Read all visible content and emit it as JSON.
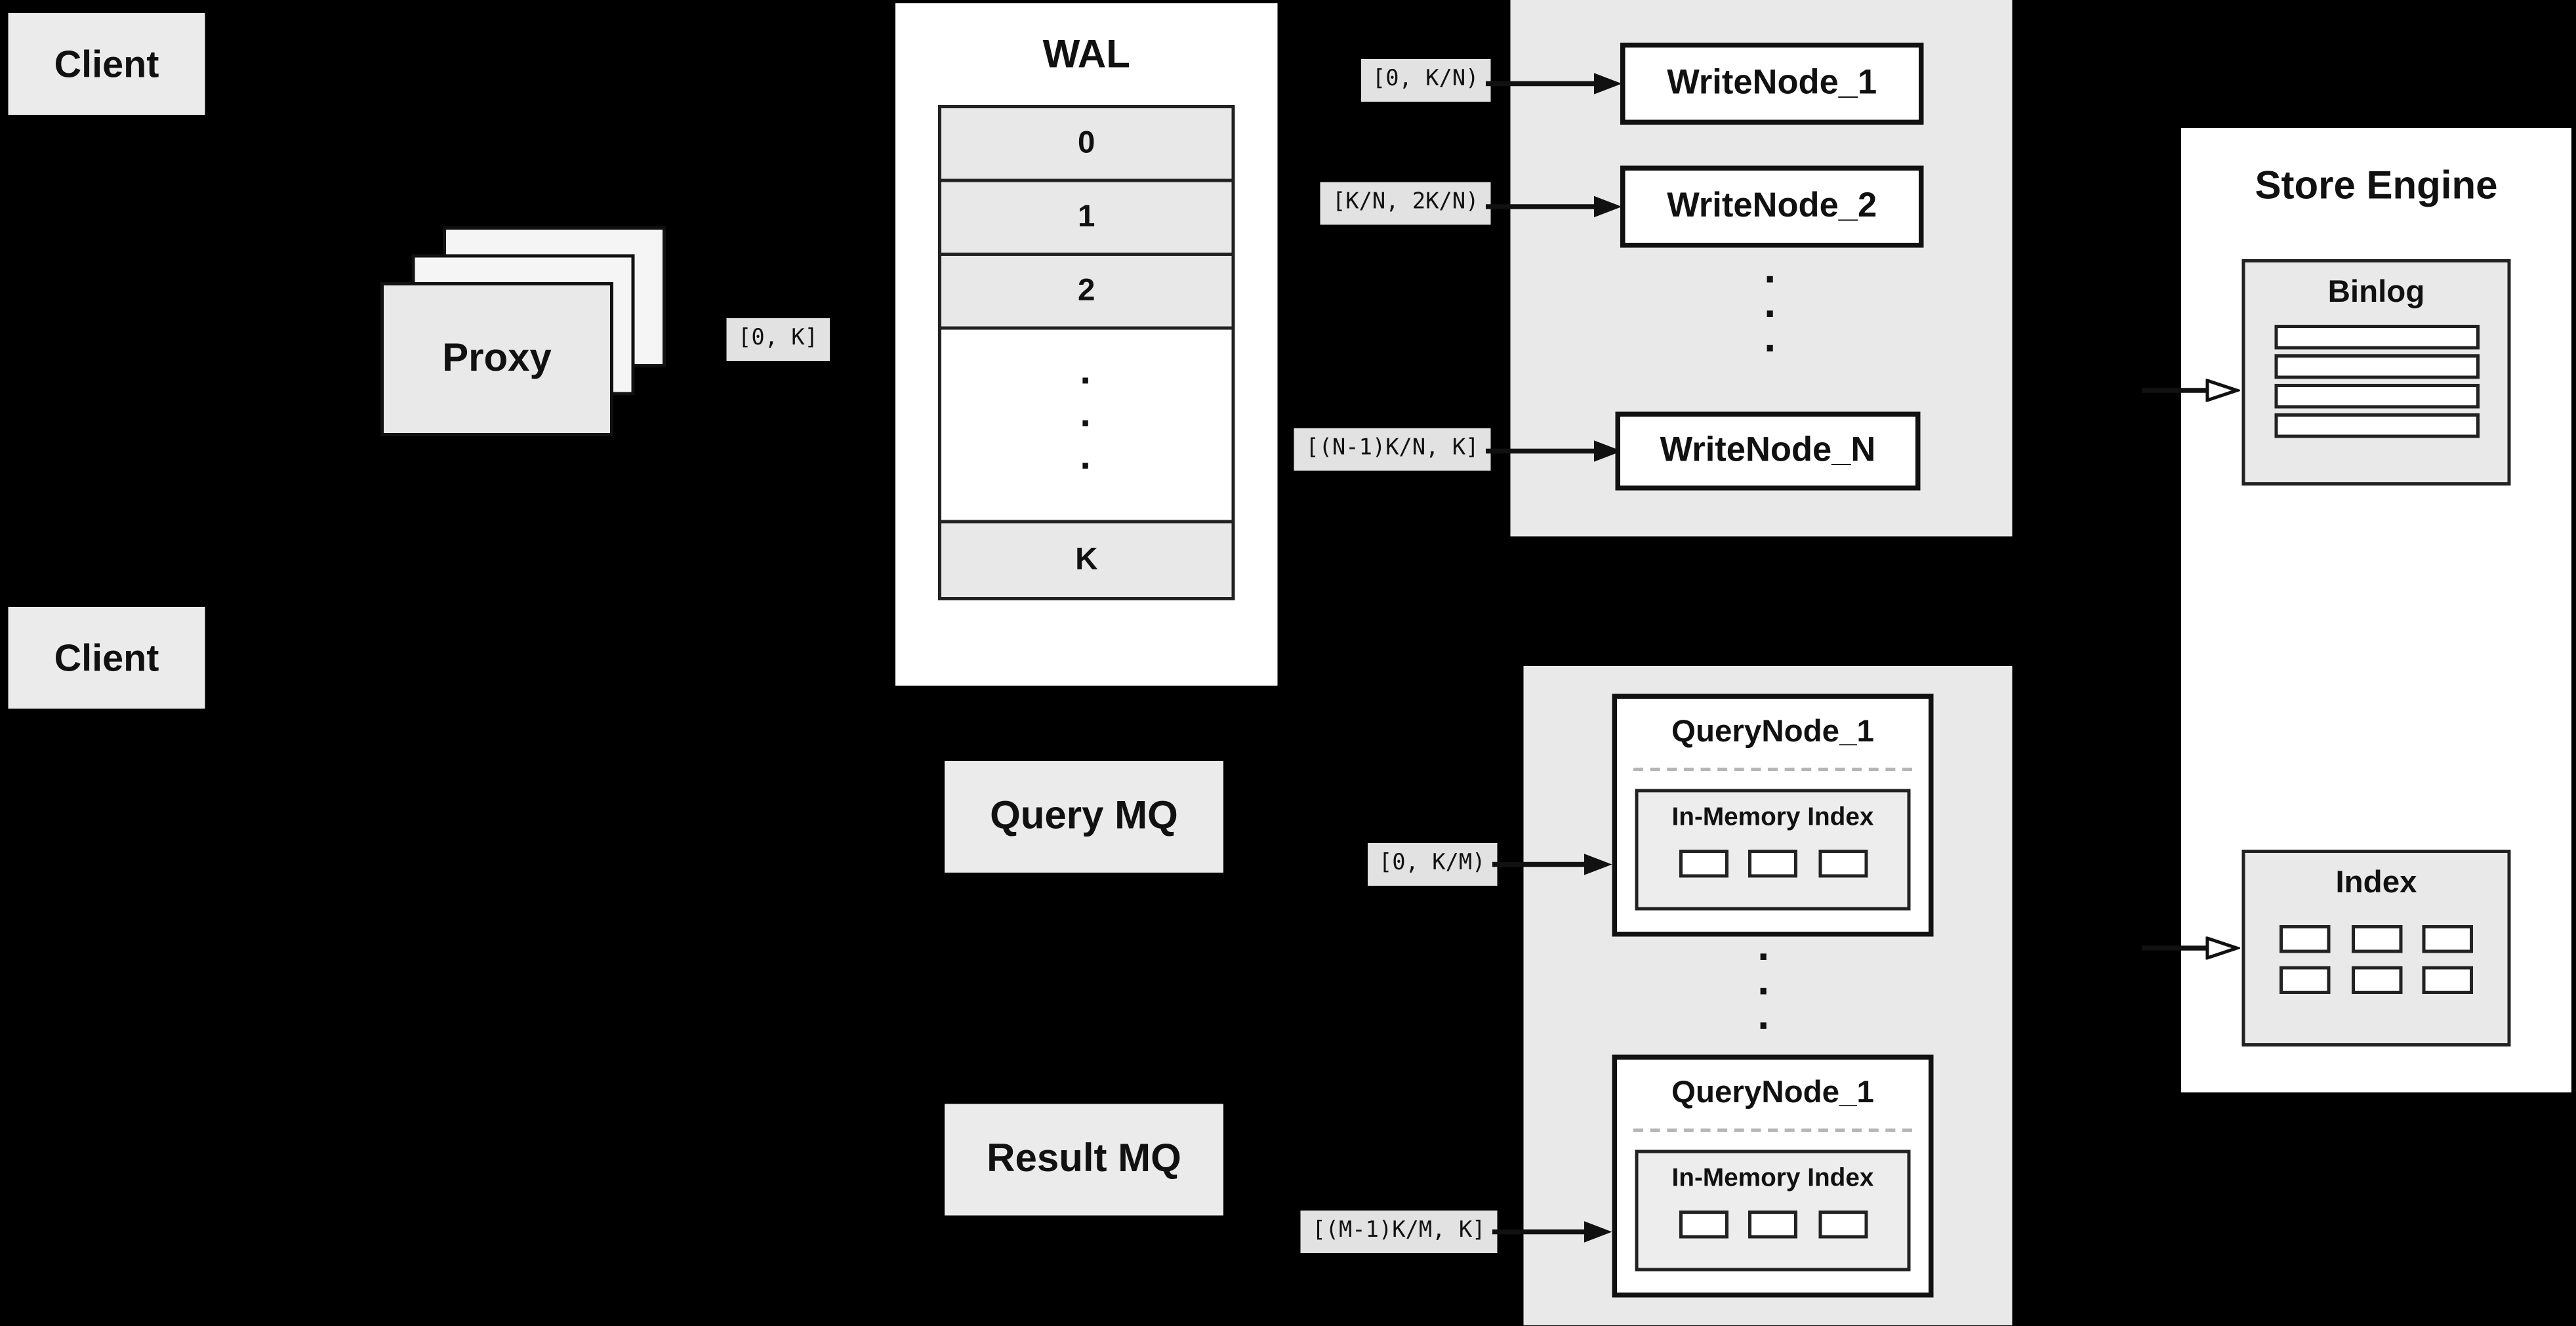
{
  "colors": {
    "background": "#000000",
    "box_fill": "#ebebeb",
    "container_fill": "#e9e9e9",
    "node_fill": "#ffffff",
    "border": "#111111"
  },
  "clients": [
    {
      "label": "Client"
    },
    {
      "label": "Client"
    }
  ],
  "proxy": {
    "label": "Proxy",
    "range_label": "[0, K]"
  },
  "wal": {
    "title": "WAL",
    "rows": [
      "0",
      "1",
      "2"
    ],
    "ellipsis": "·\n·\n·",
    "last_row": "K"
  },
  "write_nodes": {
    "ellipsis": "·\n·\n·",
    "nodes": [
      {
        "range": "[0,  K/N)",
        "label": "WriteNode_1"
      },
      {
        "range": "[K/N, 2K/N)",
        "label": "WriteNode_2"
      },
      {
        "range": "[(N-1)K/N,  K]",
        "label": "WriteNode_N"
      }
    ]
  },
  "store_engine": {
    "title": "Store Engine",
    "binlog": {
      "title": "Binlog",
      "bar_count": 4
    },
    "index": {
      "title": "Index",
      "cell_count": 6
    }
  },
  "message_queues": {
    "query": "Query MQ",
    "result": "Result MQ"
  },
  "query_nodes": {
    "ellipsis": "·\n·\n·",
    "nodes": [
      {
        "range": "[0, K/M)",
        "label": "QueryNode_1",
        "index_title": "In-Memory Index",
        "cell_count": 3
      },
      {
        "range": "[(M-1)K/M, K]",
        "label": "QueryNode_1",
        "index_title": "In-Memory Index",
        "cell_count": 3
      }
    ]
  }
}
